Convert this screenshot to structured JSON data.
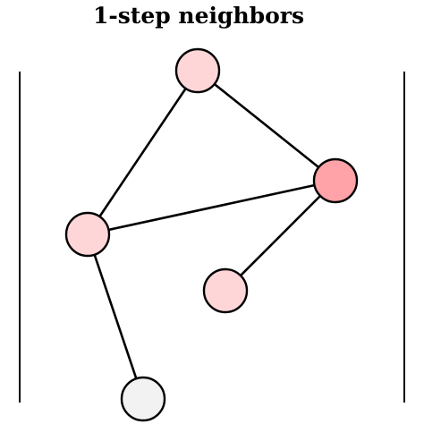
{
  "title": "1-step neighbors",
  "colors": {
    "node_center": "#ffa3a8",
    "node_neighbor": "#ffd6d8",
    "node_other": "#f2f2f2",
    "edge": "#000000",
    "background": "#ffffff"
  },
  "nodes": [
    {
      "id": "n-top",
      "role": "neighbor"
    },
    {
      "id": "n-right",
      "role": "center"
    },
    {
      "id": "n-left",
      "role": "neighbor"
    },
    {
      "id": "n-mid",
      "role": "neighbor"
    },
    {
      "id": "n-bottom",
      "role": "other"
    }
  ],
  "edges": [
    {
      "from": "n-top",
      "to": "n-left"
    },
    {
      "from": "n-top",
      "to": "n-right"
    },
    {
      "from": "n-left",
      "to": "n-right"
    },
    {
      "from": "n-right",
      "to": "n-mid"
    },
    {
      "from": "n-left",
      "to": "n-bottom"
    }
  ]
}
